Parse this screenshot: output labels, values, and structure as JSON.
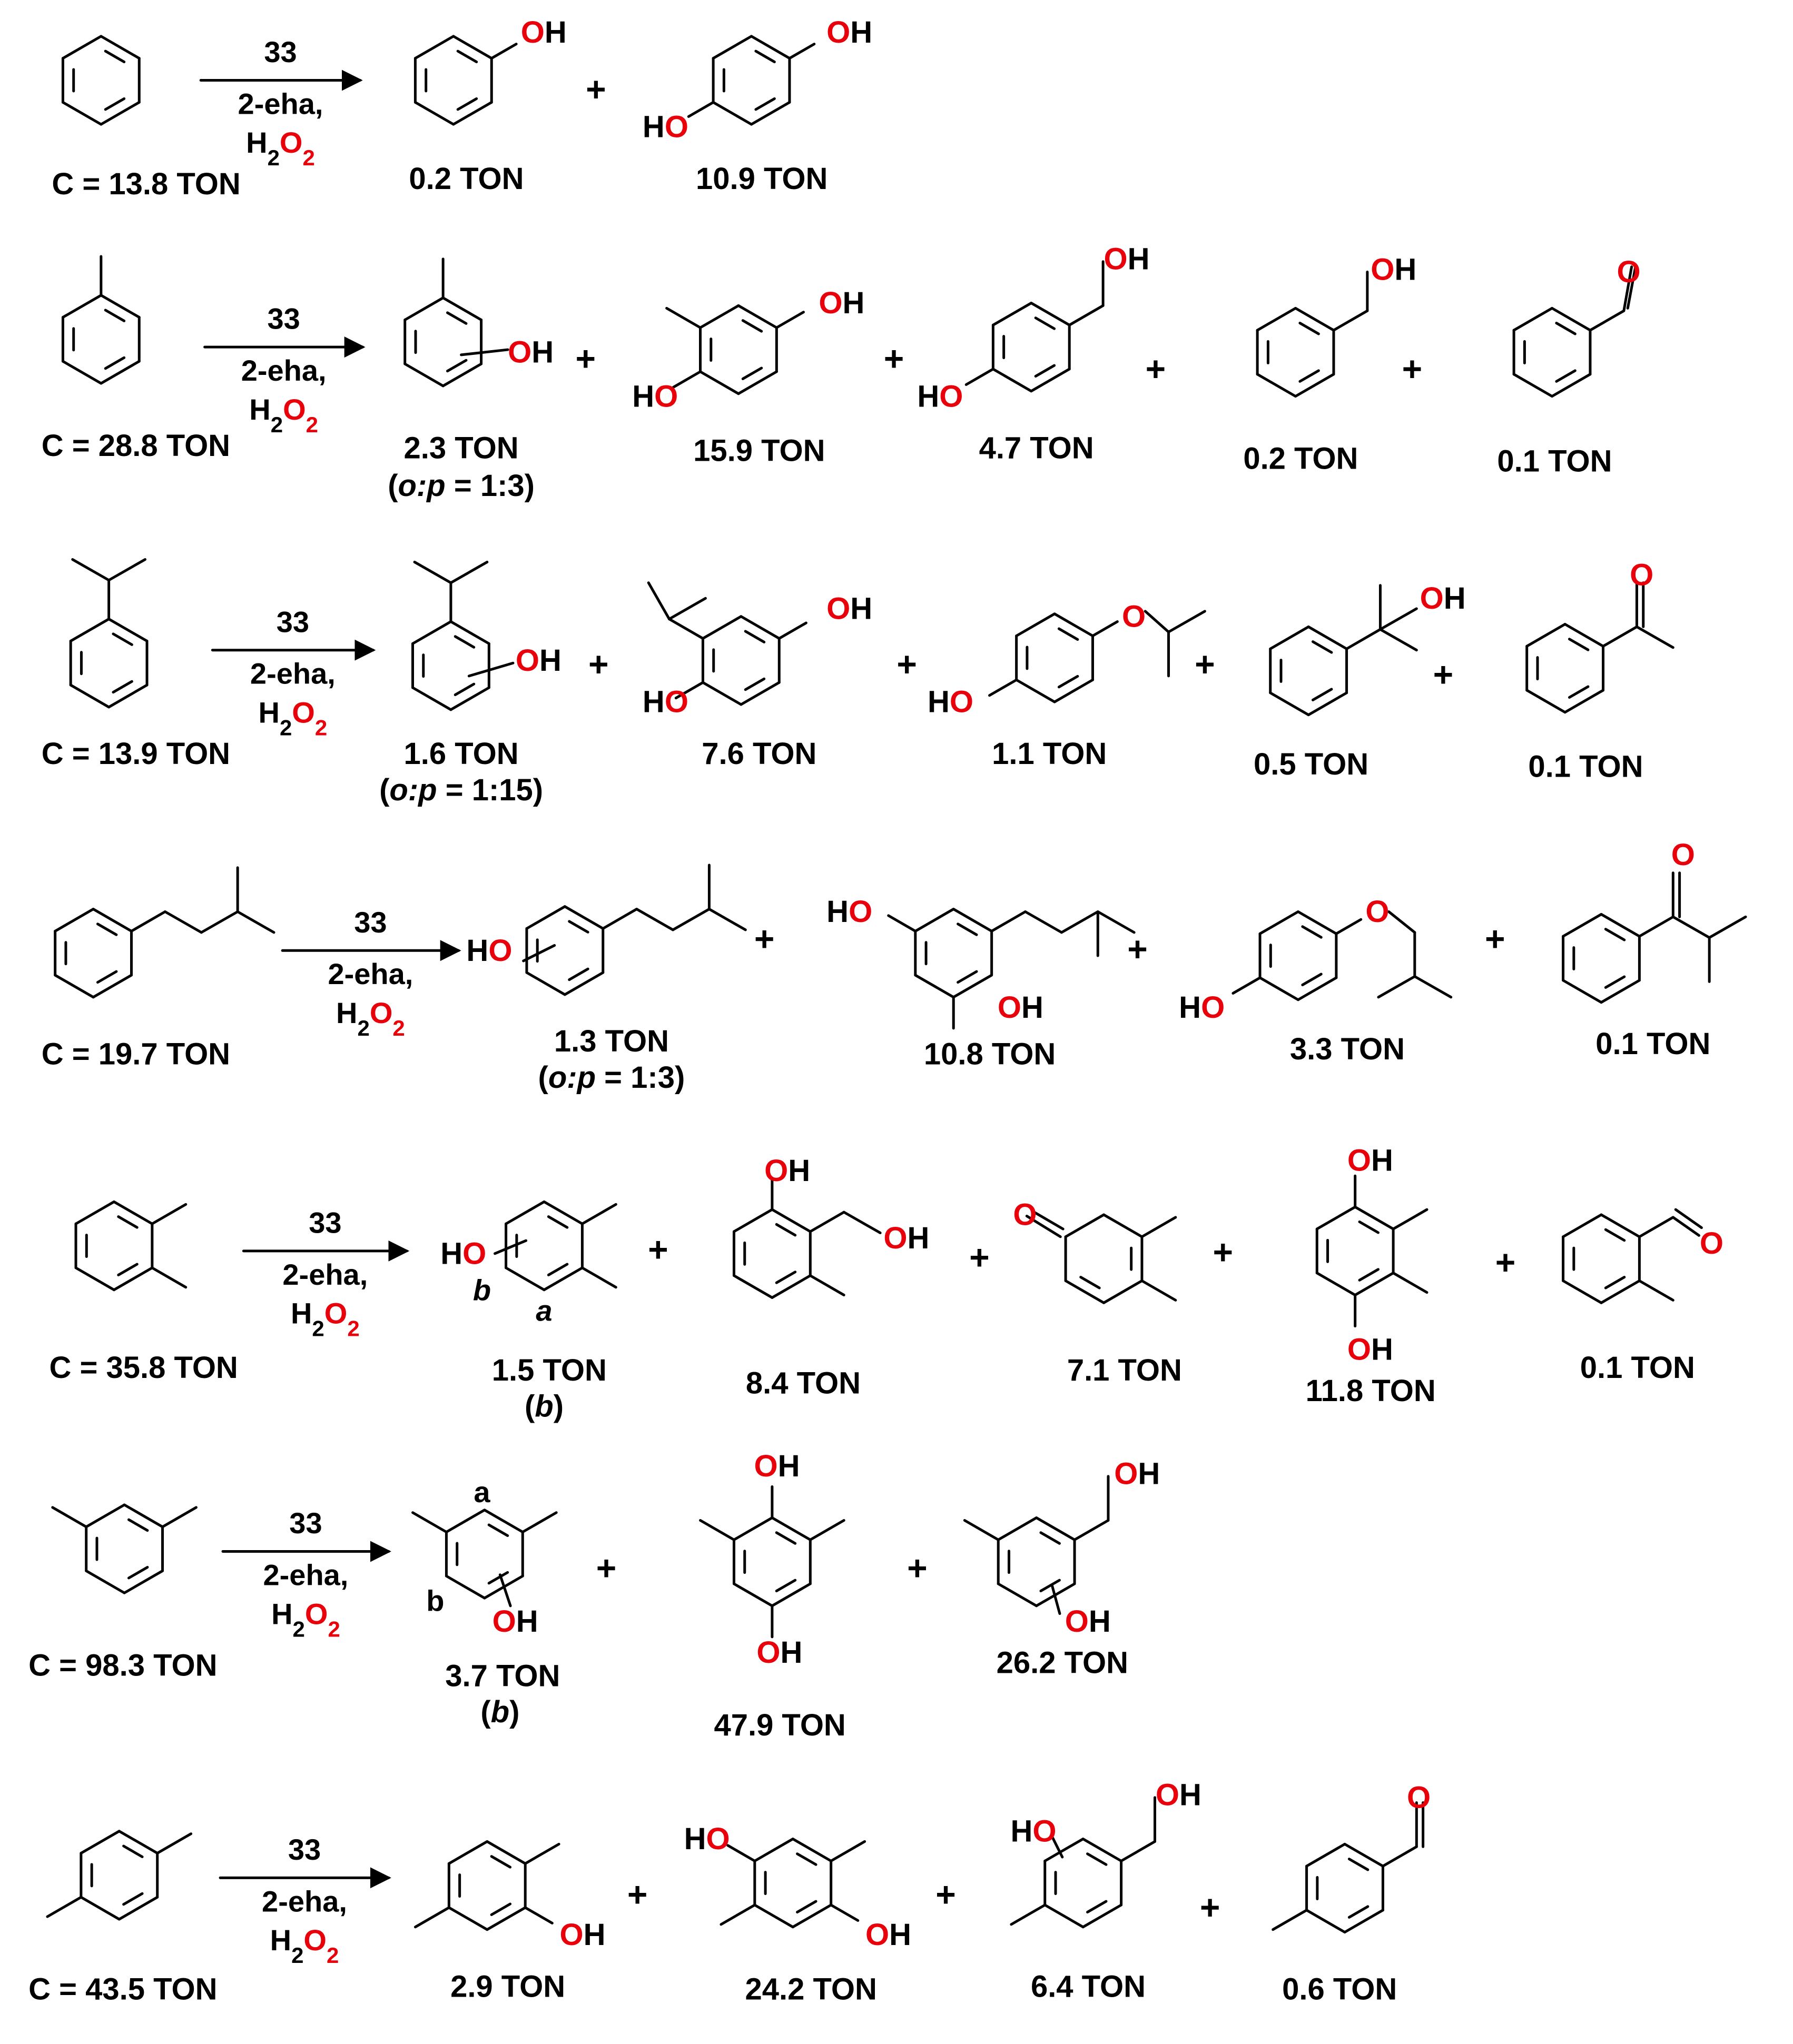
{
  "colors": {
    "heteroatom": "#e8000b",
    "ink": "#000000"
  },
  "conditions": {
    "catalyst": "33",
    "additive": "2-eha,",
    "oxidant_H": "H",
    "oxidant_2a": "2",
    "oxidant_O": "O",
    "oxidant_2b": "2"
  },
  "atoms": {
    "OH_O": "O",
    "OH_H": "H",
    "HO_H": "H",
    "O": "O"
  },
  "plus": "+",
  "ratio_parts": {
    "open": "(",
    "o": "o",
    "colon": ":",
    "p": "p",
    "close": ")"
  },
  "rows": [
    {
      "substrate_ton": "C = 13.8 TON",
      "products": [
        {
          "ton": "0.2 TON"
        },
        {
          "ton": "10.9 TON"
        }
      ]
    },
    {
      "substrate_ton": "C = 28.8 TON",
      "products": [
        {
          "ton": "2.3 TON",
          "ratio": " = 1:3"
        },
        {
          "ton": "15.9 TON"
        },
        {
          "ton": "4.7 TON"
        },
        {
          "ton": "0.2 TON"
        },
        {
          "ton": "0.1 TON"
        }
      ]
    },
    {
      "substrate_ton": "C = 13.9 TON",
      "products": [
        {
          "ton": "1.6 TON",
          "ratio": " = 1:15"
        },
        {
          "ton": "7.6 TON"
        },
        {
          "ton": "1.1 TON"
        },
        {
          "ton": "0.5 TON"
        },
        {
          "ton": "0.1 TON"
        }
      ]
    },
    {
      "substrate_ton": "C = 19.7 TON",
      "products": [
        {
          "ton": "1.3 TON",
          "ratio": " = 1:3"
        },
        {
          "ton": "10.8 TON"
        },
        {
          "ton": "3.3 TON"
        },
        {
          "ton": "0.1 TON"
        }
      ]
    },
    {
      "substrate_ton": "C = 35.8 TON",
      "products": [
        {
          "ton": "1.5 TON",
          "position": "b",
          "pos_labels": [
            "b",
            "a"
          ]
        },
        {
          "ton": "8.4 TON"
        },
        {
          "ton": "7.1 TON"
        },
        {
          "ton": "11.8 TON"
        },
        {
          "ton": "0.1 TON"
        }
      ]
    },
    {
      "substrate_ton": "C = 98.3 TON",
      "products": [
        {
          "ton": "3.7 TON",
          "position": "b",
          "pos_labels": [
            "a",
            "b"
          ]
        },
        {
          "ton": "47.9 TON"
        },
        {
          "ton": "26.2 TON"
        }
      ]
    },
    {
      "substrate_ton": "C = 43.5 TON",
      "products": [
        {
          "ton": "2.9 TON"
        },
        {
          "ton": "24.2 TON"
        },
        {
          "ton": "6.4 TON"
        },
        {
          "ton": "0.6 TON"
        }
      ]
    }
  ]
}
